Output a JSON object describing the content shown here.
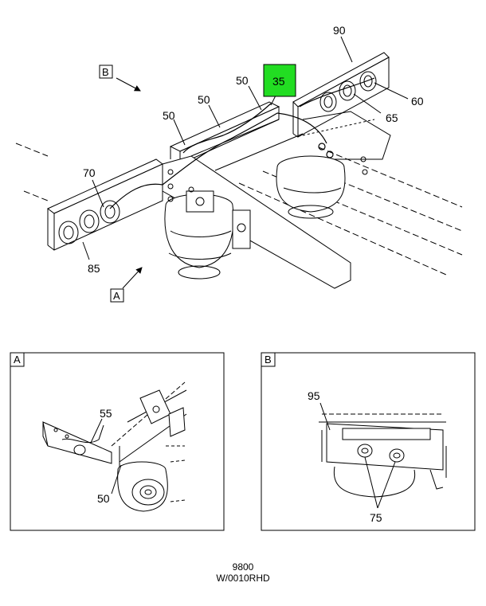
{
  "callouts": {
    "c90": "90",
    "c50a": "50",
    "c35": "35",
    "c60": "60",
    "c65": "65",
    "c50b": "50",
    "c50c": "50",
    "c70": "70",
    "c85": "85",
    "viewB": "B",
    "viewA": "A"
  },
  "detailA": {
    "tag": "A",
    "c55": "55",
    "c50": "50"
  },
  "detailB": {
    "tag": "B",
    "c95": "95",
    "c75": "75"
  },
  "footer": {
    "number": "9800",
    "code": "W/0010RHD"
  },
  "colors": {
    "highlight": "#22dd22",
    "line": "#000000"
  }
}
